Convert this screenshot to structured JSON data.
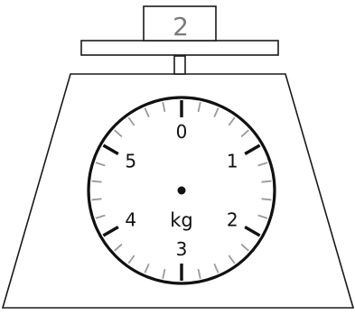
{
  "weight": {
    "label": "2"
  },
  "dial": {
    "unit": "kg",
    "max_value": 6,
    "numbers": [
      "0",
      "1",
      "2",
      "3",
      "4",
      "5"
    ],
    "minor_ticks_per_unit": 5,
    "rim_color": "#111111",
    "major_tick_color": "#111111",
    "minor_tick_color": "#9a9a9a"
  },
  "weight_block_color": "#7a7a7a"
}
